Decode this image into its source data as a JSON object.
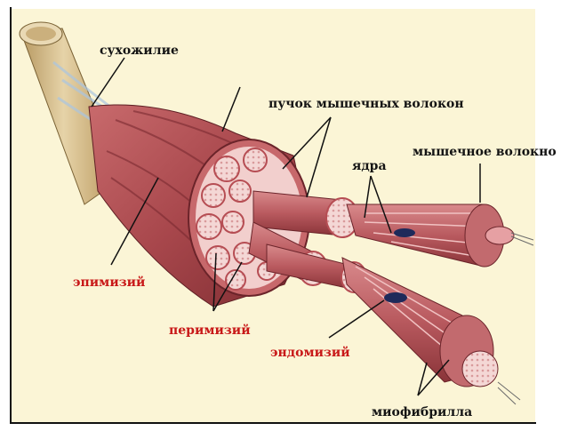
{
  "labels": {
    "tendon": "сухожилие",
    "bundle": "пучок мышечных волокон",
    "nuclei": "ядра",
    "fiber": "мышечное волокно",
    "epimysium": "эпимизий",
    "perimysium": "перимизий",
    "endomysium": "эндомизий",
    "myofibril": "миофибрилла"
  },
  "colors": {
    "background": "#fbf5d6",
    "muscle": "#b85458",
    "muscle_dark": "#8e3338",
    "muscle_light": "#e9a6a6",
    "tendon": "#d8c398",
    "nucleus": "#1e2a5a",
    "label_black": "#141414",
    "label_red": "#c81818"
  }
}
